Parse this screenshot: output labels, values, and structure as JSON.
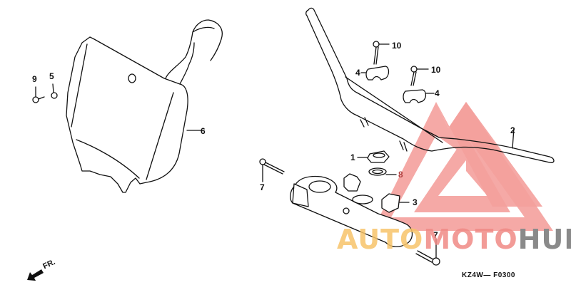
{
  "diagram": {
    "type": "exploded-parts-diagram",
    "subject": "Number plate and handlebar assembly",
    "diagram_code": "KZ4W— F0300",
    "direction_label": "FR.",
    "callouts": [
      {
        "number": "9",
        "part": "bolt (small)"
      },
      {
        "number": "5",
        "part": "collar nut"
      },
      {
        "number": "6",
        "part": "front number plate"
      },
      {
        "number": "7",
        "part": "pinch bolt (upper)"
      },
      {
        "number": "10",
        "part": "holder bolt (left)"
      },
      {
        "number": "4",
        "part": "upper holder (left)"
      },
      {
        "number": "10",
        "part": "holder bolt (right)"
      },
      {
        "number": "4",
        "part": "upper holder (right)"
      },
      {
        "number": "2",
        "part": "handlebar"
      },
      {
        "number": "1",
        "part": "stem nut"
      },
      {
        "number": "8",
        "part": "washer"
      },
      {
        "number": "3",
        "part": "top bridge"
      },
      {
        "number": "7",
        "part": "pinch bolt (lower)"
      }
    ]
  },
  "watermark": {
    "brand_part1": "AUTO",
    "brand_part2": "MOTO",
    "brand_part3": "HUB",
    "colors": {
      "triangle": "#f4a09c",
      "part1": "#f7c46a",
      "part2": "#f08a86",
      "part3": "#8a8a8a"
    }
  }
}
